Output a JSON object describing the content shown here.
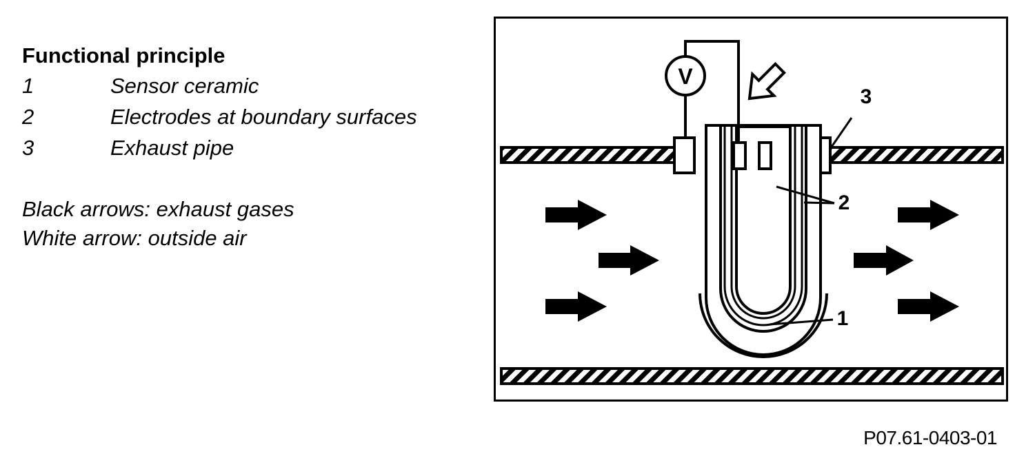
{
  "legend": {
    "title": "Functional principle",
    "items": [
      {
        "number": "1",
        "label": "Sensor ceramic"
      },
      {
        "number": "2",
        "label": "Electrodes at boundary surfaces"
      },
      {
        "number": "3",
        "label": "Exhaust pipe"
      }
    ]
  },
  "notes": {
    "black_arrows": "Black arrows: exhaust gases",
    "white_arrow": "White arrow: outside air"
  },
  "diagram": {
    "voltmeter_symbol": "V",
    "callouts": {
      "sensor_ceramic": "1",
      "electrodes": "2",
      "exhaust_pipe": "3"
    }
  },
  "figure_id": "P07.61-0403-01"
}
